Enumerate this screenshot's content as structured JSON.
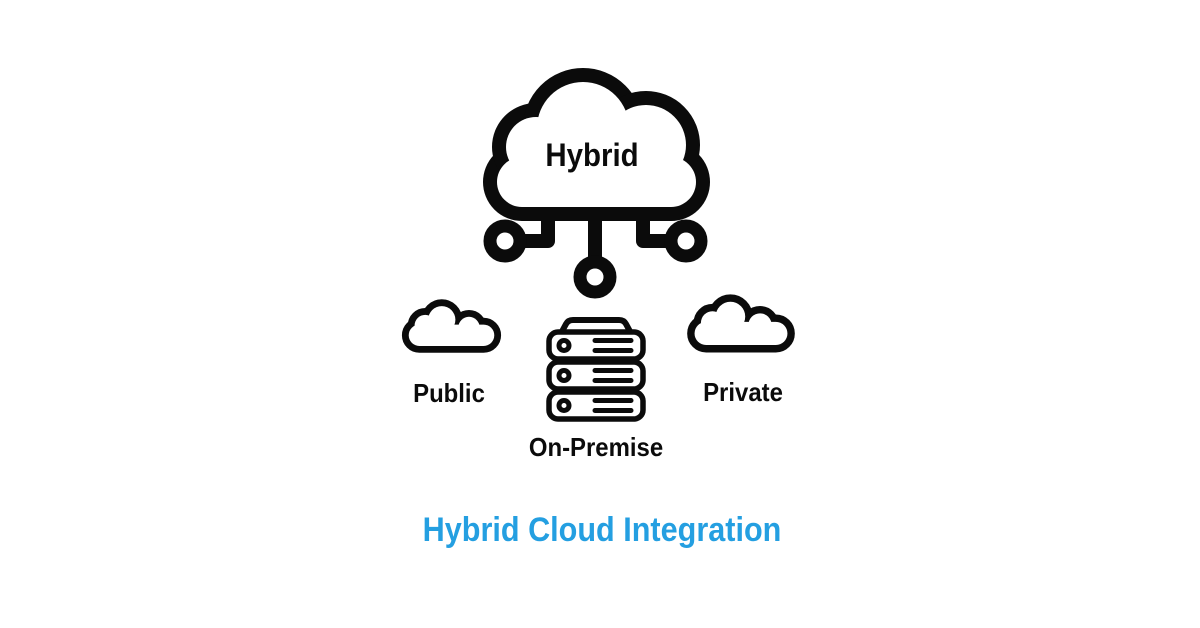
{
  "page": {
    "background_color": "#ffffff",
    "icon_color": "#0b0b0b",
    "accent_color": "#249fe1"
  },
  "diagram": {
    "hybrid": {
      "label": "Hybrid",
      "icon": "cloud-network-icon"
    },
    "public": {
      "label": "Public",
      "icon": "cloud-outline-icon"
    },
    "onpremise": {
      "label": "On-Premise",
      "icon": "server-stack-icon"
    },
    "private": {
      "label": "Private",
      "icon": "cloud-outline-icon"
    },
    "title": "Hybrid Cloud Integration"
  }
}
